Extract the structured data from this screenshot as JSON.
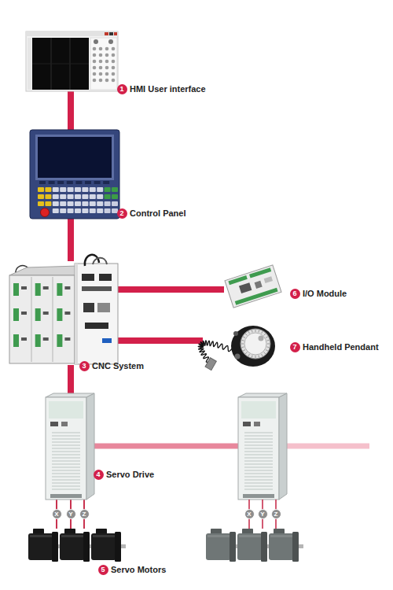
{
  "diagram": {
    "nodes": [
      {
        "text": [
          "HMI User interface"
        ]
      },
      {
        "text": [
          "Control Panel"
        ]
      },
      {
        "text": [
          "CNC System"
        ]
      },
      {
        "text": [
          "Servo Drive"
        ]
      },
      {
        "text": [
          "Servo Motors"
        ]
      },
      {
        "text": [
          "I/O Module"
        ]
      },
      {
        "text": [
          "Handheld Pendant"
        ]
      }
    ],
    "edges": [
      {
        "from": 0,
        "to": 1,
        "arrow": "none"
      },
      {
        "from": 1,
        "to": 2,
        "arrow": "none"
      },
      {
        "from": 2,
        "to": 5,
        "arrow": "none"
      },
      {
        "from": 2,
        "to": 6,
        "arrow": "none"
      },
      {
        "from": 2,
        "to": 3,
        "arrow": "none"
      },
      {
        "from": 3,
        "to": 4,
        "label": "X",
        "arrow": "none"
      },
      {
        "from": 3,
        "to": 4,
        "label": "Y",
        "arrow": "none"
      },
      {
        "from": 3,
        "to": 4,
        "label": "Z",
        "arrow": "none"
      }
    ],
    "labels": [
      "1",
      "2",
      "3",
      "4",
      "5",
      "6",
      "7",
      "X",
      "Y",
      "Z"
    ]
  }
}
